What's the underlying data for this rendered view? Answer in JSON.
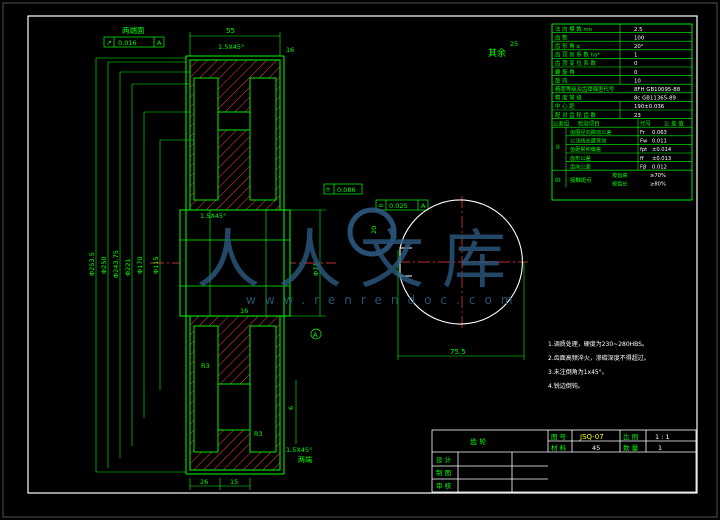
{
  "colors": {
    "background": "#000000",
    "frame": "#ffffff",
    "outline": "#00ff00",
    "dimension": "#00ff00",
    "hatch": "#ff3b3b",
    "centerline": "#ff3b3b",
    "table_text": "#00ff00",
    "watermark": "#2f5e86"
  },
  "gear_table": {
    "rows": [
      {
        "label": "法 向 模 数 mn",
        "value": "2.5"
      },
      {
        "label": "齿       数",
        "value": "100"
      },
      {
        "label": "齿 形 角 α",
        "value": "20°"
      },
      {
        "label": "齿 顶 高 系 数 ha*",
        "value": "1"
      },
      {
        "label": "齿 顶 变 位 系 数",
        "value": "0"
      },
      {
        "label": "螺     旋     角",
        "value": "0"
      },
      {
        "label": "旋          向",
        "value": "10"
      },
      {
        "label": "精度等级及齿厚偏差代号",
        "value": "8FH GB10095-88"
      },
      {
        "label": "精   度   等   级",
        "value": "8c  GB11365-89"
      },
      {
        "label": "中    心    距",
        "value": "190±0.036"
      },
      {
        "label": "配 对 齿 轮 齿 数",
        "value": "23"
      }
    ],
    "inspection_header": [
      "公差组",
      "检验项目",
      "代号",
      "公 差 值"
    ],
    "group_label": "II",
    "inspection_rows": [
      {
        "item": "齿圈径向跳动公差",
        "code": "Fr",
        "value": "0.063"
      },
      {
        "item": "公法线长度变动",
        "code": "Fw",
        "value": "0.011"
      },
      {
        "item": "齿距累积偏差",
        "code": "fpt",
        "value": "±0.014"
      },
      {
        "item": "齿形公差",
        "code": "ff",
        "value": "±0.013"
      },
      {
        "item": "齿向公差",
        "code": "Fβ",
        "value": "0.012"
      }
    ],
    "contact": {
      "group": "III",
      "label": "接触斑点",
      "rows": [
        {
          "item": "按齿高",
          "value": "≥70%"
        },
        {
          "item": "按齿长",
          "value": "≥80%"
        }
      ]
    }
  },
  "part_title": "其余",
  "roughness_default": "25",
  "dimensions": {
    "width_top": "55",
    "chamfer": "1.5X45°",
    "chamfer_small": "1.5X45°",
    "radius": "R3",
    "radius2": "R3",
    "od": "Φ253.5",
    "d1": "Φ250",
    "d2": "Φ243.75",
    "d3": "Φ221",
    "d4": "Φ170",
    "d5": "Φ115",
    "bore": "Φ71",
    "hub_left": "26",
    "hub_right": "15",
    "keyway": "75.5",
    "key_width": "20",
    "dim_16": "16",
    "dim_16b": "16",
    "dim_6": "6"
  },
  "tolerance_frames": [
    {
      "symbol": "↗",
      "value": "0.016",
      "datum": "A"
    },
    {
      "symbol": "⌾",
      "value": "0.086",
      "datum": ""
    },
    {
      "symbol": "=",
      "value": "0.025",
      "datum": "A"
    }
  ],
  "labels": {
    "tooth_face": "两端面",
    "both_ends": "两端",
    "datum_a": "A"
  },
  "notes": [
    "1.调质处理，硬度为230~280HBS。",
    "2.齿面高频淬火，渗碳深度不得超过。",
    "3.未注倒角为1x45°。",
    "4.锐边倒钝。"
  ],
  "title_block": {
    "name_label": "齿 轮",
    "drawing_no_label": "图 号",
    "drawing_no": "JSQ-07",
    "scale_label": "比 例",
    "scale": "1 : 1",
    "material_label": "材 料",
    "material": "45",
    "qty_label": "数 量",
    "qty": "1",
    "design_label": "设 计",
    "draw_label": "制 图",
    "review_label": "审 核"
  },
  "watermark": {
    "text": "人人文库",
    "url": "www.renrendoc.com"
  }
}
